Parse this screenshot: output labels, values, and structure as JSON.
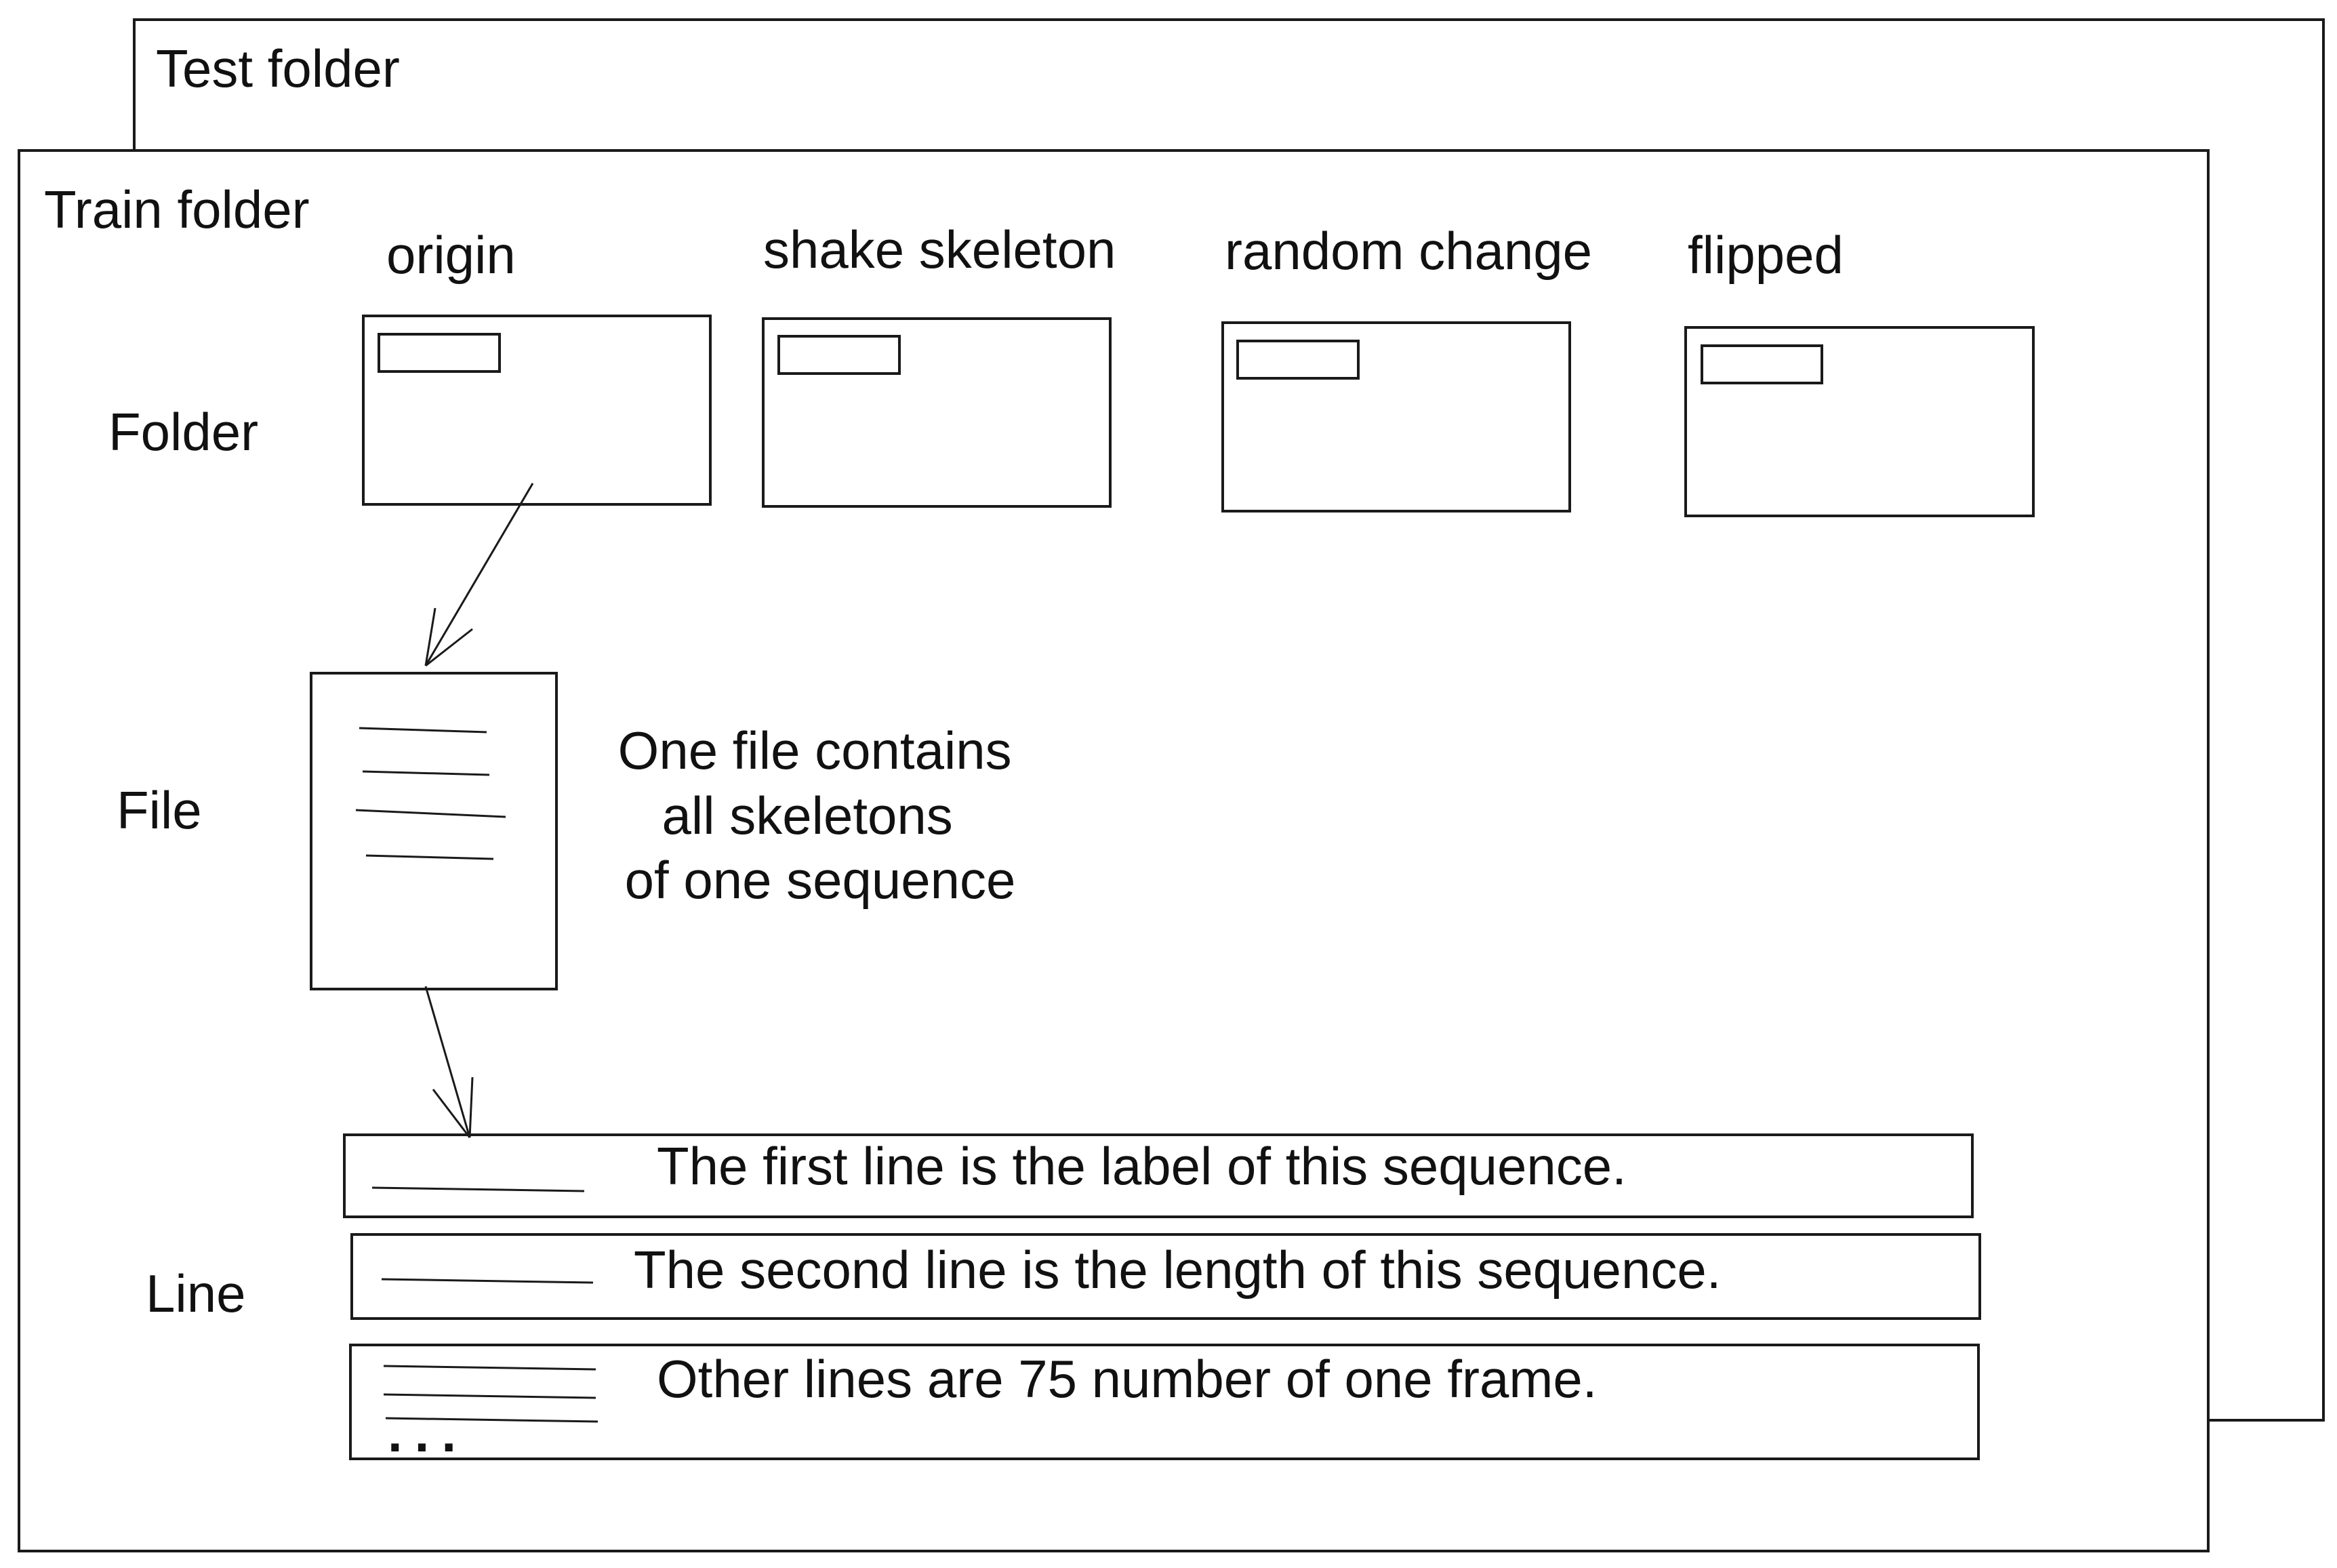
{
  "test_folder": {
    "label": "Test folder"
  },
  "train_folder": {
    "label": "Train folder"
  },
  "row_labels": {
    "folder": "Folder",
    "file": "File",
    "line": "Line"
  },
  "folders": [
    {
      "label": "origin"
    },
    {
      "label": "shake skeleton"
    },
    {
      "label": "random change"
    },
    {
      "label": "flipped"
    }
  ],
  "file_description": [
    "One file contains",
    "all skeletons",
    "of one sequence"
  ],
  "lines": [
    {
      "text": "The first line is the label of this sequence."
    },
    {
      "text": "The second line is the length of this sequence."
    },
    {
      "text": "Other lines are 75 number of one frame."
    }
  ],
  "ellipsis": "...",
  "colors": {
    "stroke": "#1a1a1a",
    "background": "#ffffff"
  }
}
